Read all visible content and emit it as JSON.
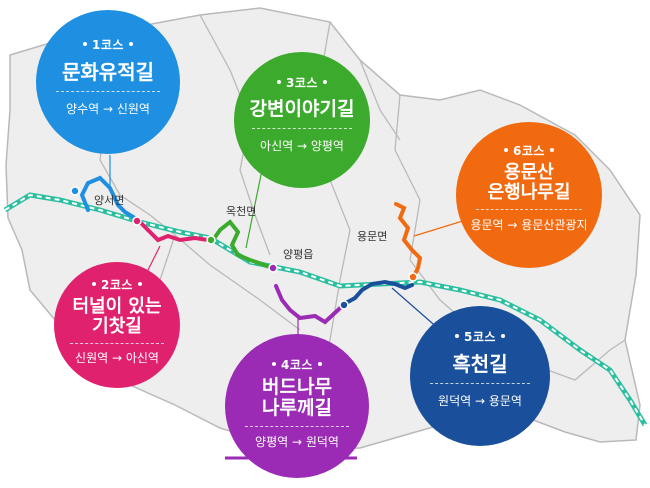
{
  "colors": {
    "land": "#eeeeee",
    "border": "#b9b9b9",
    "rail": "#2bbfa0",
    "course1": "#1e8fe1",
    "course2": "#e0226e",
    "course3": "#3caa2c",
    "course4": "#9b2bb4",
    "course5": "#1a4f9c",
    "course6": "#f26a10"
  },
  "courses": [
    {
      "id": 1,
      "num": "1코스",
      "title_lines": [
        "문화유적길"
      ],
      "route": "양수역 → 신원역",
      "color": "#1e8fe1"
    },
    {
      "id": 2,
      "num": "2코스",
      "title_lines": [
        "터널이 있는",
        "기찻길"
      ],
      "route": "신원역 → 아신역",
      "color": "#e0226e"
    },
    {
      "id": 3,
      "num": "3코스",
      "title_lines": [
        "강변이야기길"
      ],
      "route": "아신역 → 양평역",
      "color": "#3caa2c"
    },
    {
      "id": 4,
      "num": "4코스",
      "title_lines": [
        "버드나무",
        "나루께길"
      ],
      "route": "양평역 → 원덕역",
      "color": "#9b2bb4"
    },
    {
      "id": 5,
      "num": "5코스",
      "title_lines": [
        "흑천길"
      ],
      "route": "원덕역 → 용문역",
      "color": "#1a4f9c"
    },
    {
      "id": 6,
      "num": "6코스",
      "title_lines": [
        "용문산",
        "은행나무길"
      ],
      "route": "용문역 → 용문산관광지",
      "color": "#f26a10"
    }
  ],
  "places": {
    "yangseo": "양서면",
    "okcheon": "옥천면",
    "yangpyeong": "양평읍",
    "yongmun": "용문면"
  }
}
